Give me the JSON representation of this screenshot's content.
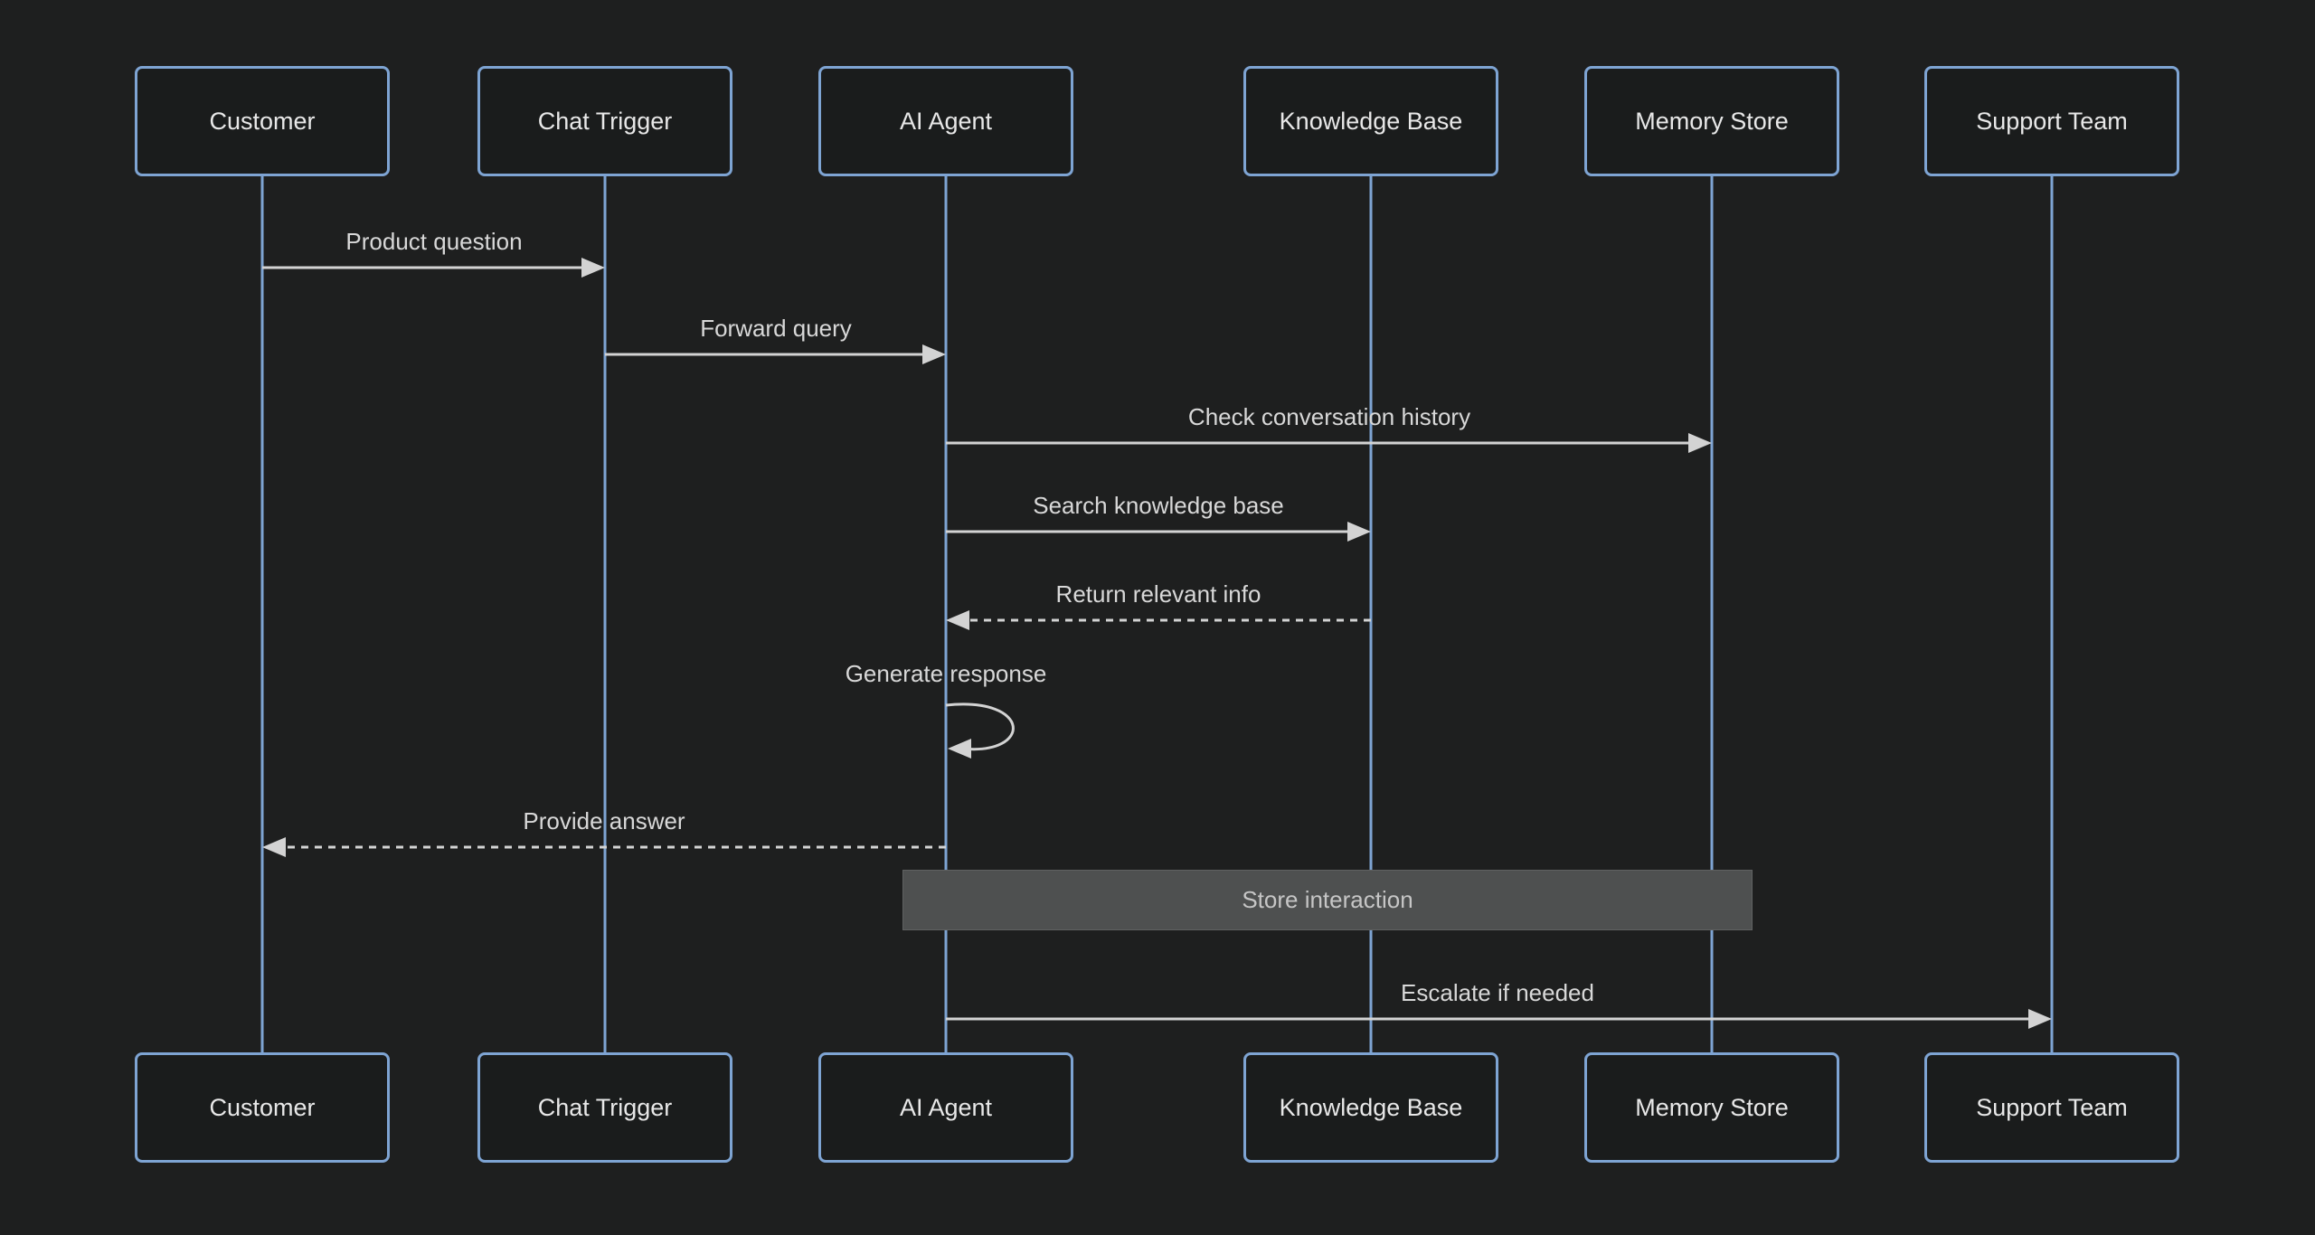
{
  "diagram": {
    "type": "sequence-diagram",
    "colors": {
      "background": "#1e1f1f",
      "actor_fill": "#1a1c1c",
      "actor_border": "#7ea4d3",
      "lifeline": "#7ea4d3",
      "message_line": "#d3d3d3",
      "message_text": "#d8d8d8",
      "actor_text": "#e8e8e8",
      "note_fill": "#4e5050",
      "note_text": "#c6c6c6"
    },
    "actors": [
      {
        "label": "Customer"
      },
      {
        "label": "Chat Trigger"
      },
      {
        "label": "AI Agent"
      },
      {
        "label": "Knowledge Base"
      },
      {
        "label": "Memory Store"
      },
      {
        "label": "Support Team"
      }
    ],
    "messages": [
      {
        "label": "Product question",
        "from": "Customer",
        "to": "Chat Trigger",
        "line": "solid"
      },
      {
        "label": "Forward query",
        "from": "Chat Trigger",
        "to": "AI Agent",
        "line": "solid"
      },
      {
        "label": "Check conversation history",
        "from": "AI Agent",
        "to": "Memory Store",
        "line": "solid"
      },
      {
        "label": "Search knowledge base",
        "from": "AI Agent",
        "to": "Knowledge Base",
        "line": "solid"
      },
      {
        "label": "Return relevant info",
        "from": "Knowledge Base",
        "to": "AI Agent",
        "line": "dashed"
      },
      {
        "label": "Generate response",
        "from": "AI Agent",
        "to": "AI Agent",
        "line": "self-loop"
      },
      {
        "label": "Provide answer",
        "from": "AI Agent",
        "to": "Customer",
        "line": "dashed"
      },
      {
        "label": "Escalate if needed",
        "from": "AI Agent",
        "to": "Support Team",
        "line": "solid"
      }
    ],
    "note": {
      "label": "Store interaction",
      "over": "AI Agent, Memory Store"
    }
  }
}
